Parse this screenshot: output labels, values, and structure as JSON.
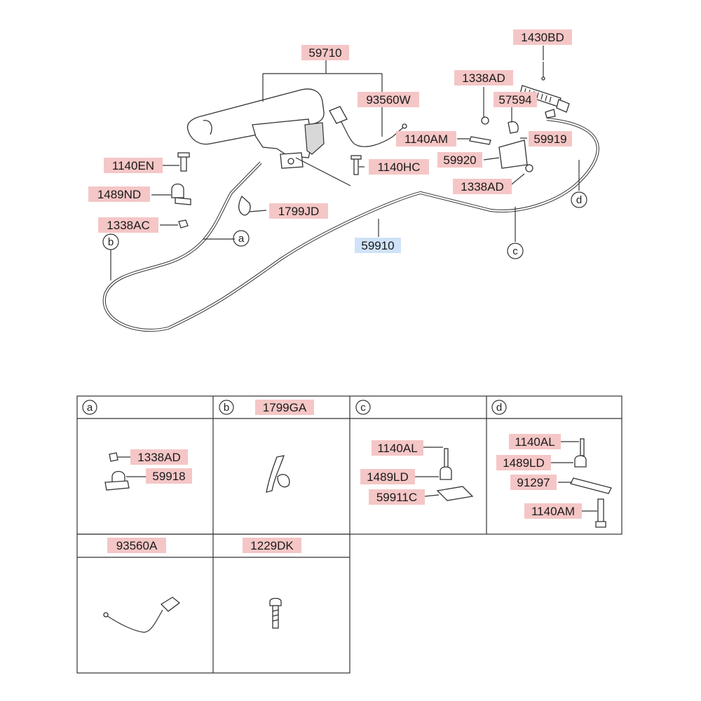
{
  "main_labels": [
    {
      "id": "59710",
      "text": "59710"
    },
    {
      "id": "1430BD",
      "text": "1430BD"
    },
    {
      "id": "1338AD_top",
      "text": "1338AD"
    },
    {
      "id": "93560W",
      "text": "93560W"
    },
    {
      "id": "57594",
      "text": "57594"
    },
    {
      "id": "1140AM",
      "text": "1140AM"
    },
    {
      "id": "59919",
      "text": "59919"
    },
    {
      "id": "1140EN",
      "text": "1140EN"
    },
    {
      "id": "59920",
      "text": "59920"
    },
    {
      "id": "1140HC",
      "text": "1140HC"
    },
    {
      "id": "1489ND",
      "text": "1489ND"
    },
    {
      "id": "1338AD_mid",
      "text": "1338AD"
    },
    {
      "id": "1799JD",
      "text": "1799JD"
    },
    {
      "id": "1338AC",
      "text": "1338AC"
    },
    {
      "id": "59910",
      "text": "59910",
      "selected": true
    }
  ],
  "callouts": [
    "a",
    "b",
    "c",
    "d"
  ],
  "detail_table": {
    "cells": [
      {
        "tag": "a",
        "header": "",
        "labels": [
          "1338AD",
          "59918"
        ]
      },
      {
        "tag": "b",
        "header": "1799GA",
        "labels": []
      },
      {
        "tag": "c",
        "header": "",
        "labels": [
          "1140AL",
          "1489LD",
          "59911C"
        ]
      },
      {
        "tag": "d",
        "header": "",
        "labels": [
          "1140AL",
          "1489LD",
          "91297",
          "1140AM"
        ]
      },
      {
        "tag": "",
        "header": "93560A",
        "labels": []
      },
      {
        "tag": "",
        "header": "1229DK",
        "labels": []
      }
    ]
  },
  "colors": {
    "label_bg": "#f5c6c6",
    "selected_bg": "#cfe2f7",
    "line": "#333333"
  }
}
